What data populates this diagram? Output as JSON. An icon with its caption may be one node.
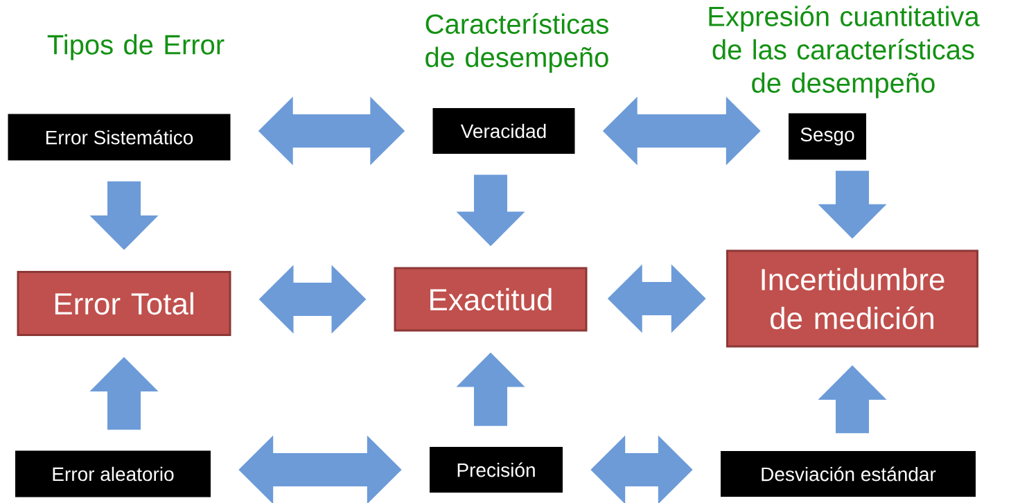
{
  "diagram": {
    "nodes": [
      {
        "text": [
          "Error Sistemático"
        ]
      },
      {
        "text": [
          "Veracidad"
        ]
      },
      {
        "text": [
          "Sesgo"
        ]
      },
      {
        "text": [
          "Error Total"
        ]
      },
      {
        "text": [
          "Exactitud"
        ]
      },
      {
        "text": [
          "Incertidumbre de medición"
        ]
      },
      {
        "text": [
          "Error aleatorio"
        ]
      },
      {
        "text": [
          "Precisión"
        ]
      },
      {
        "text": [
          "Desviación estándar"
        ]
      }
    ],
    "edges": [
      {
        "from": 0,
        "to": 1,
        "arrow": "both"
      },
      {
        "from": 1,
        "to": 2,
        "arrow": "both"
      },
      {
        "from": 0,
        "to": 3,
        "arrow": "to"
      },
      {
        "from": 1,
        "to": 4,
        "arrow": "to"
      },
      {
        "from": 2,
        "to": 5,
        "arrow": "to"
      },
      {
        "from": 3,
        "to": 4,
        "arrow": "both"
      },
      {
        "from": 4,
        "to": 5,
        "arrow": "both"
      },
      {
        "from": 6,
        "to": 3,
        "arrow": "to"
      },
      {
        "from": 7,
        "to": 4,
        "arrow": "to"
      },
      {
        "from": 8,
        "to": 5,
        "arrow": "to"
      },
      {
        "from": 6,
        "to": 7,
        "arrow": "both"
      },
      {
        "from": 7,
        "to": 8,
        "arrow": "both"
      }
    ],
    "labels": [
      "Tipos de Error",
      "Características de desempeño",
      "Expresión cuantitativa de las características de desempeño"
    ]
  }
}
